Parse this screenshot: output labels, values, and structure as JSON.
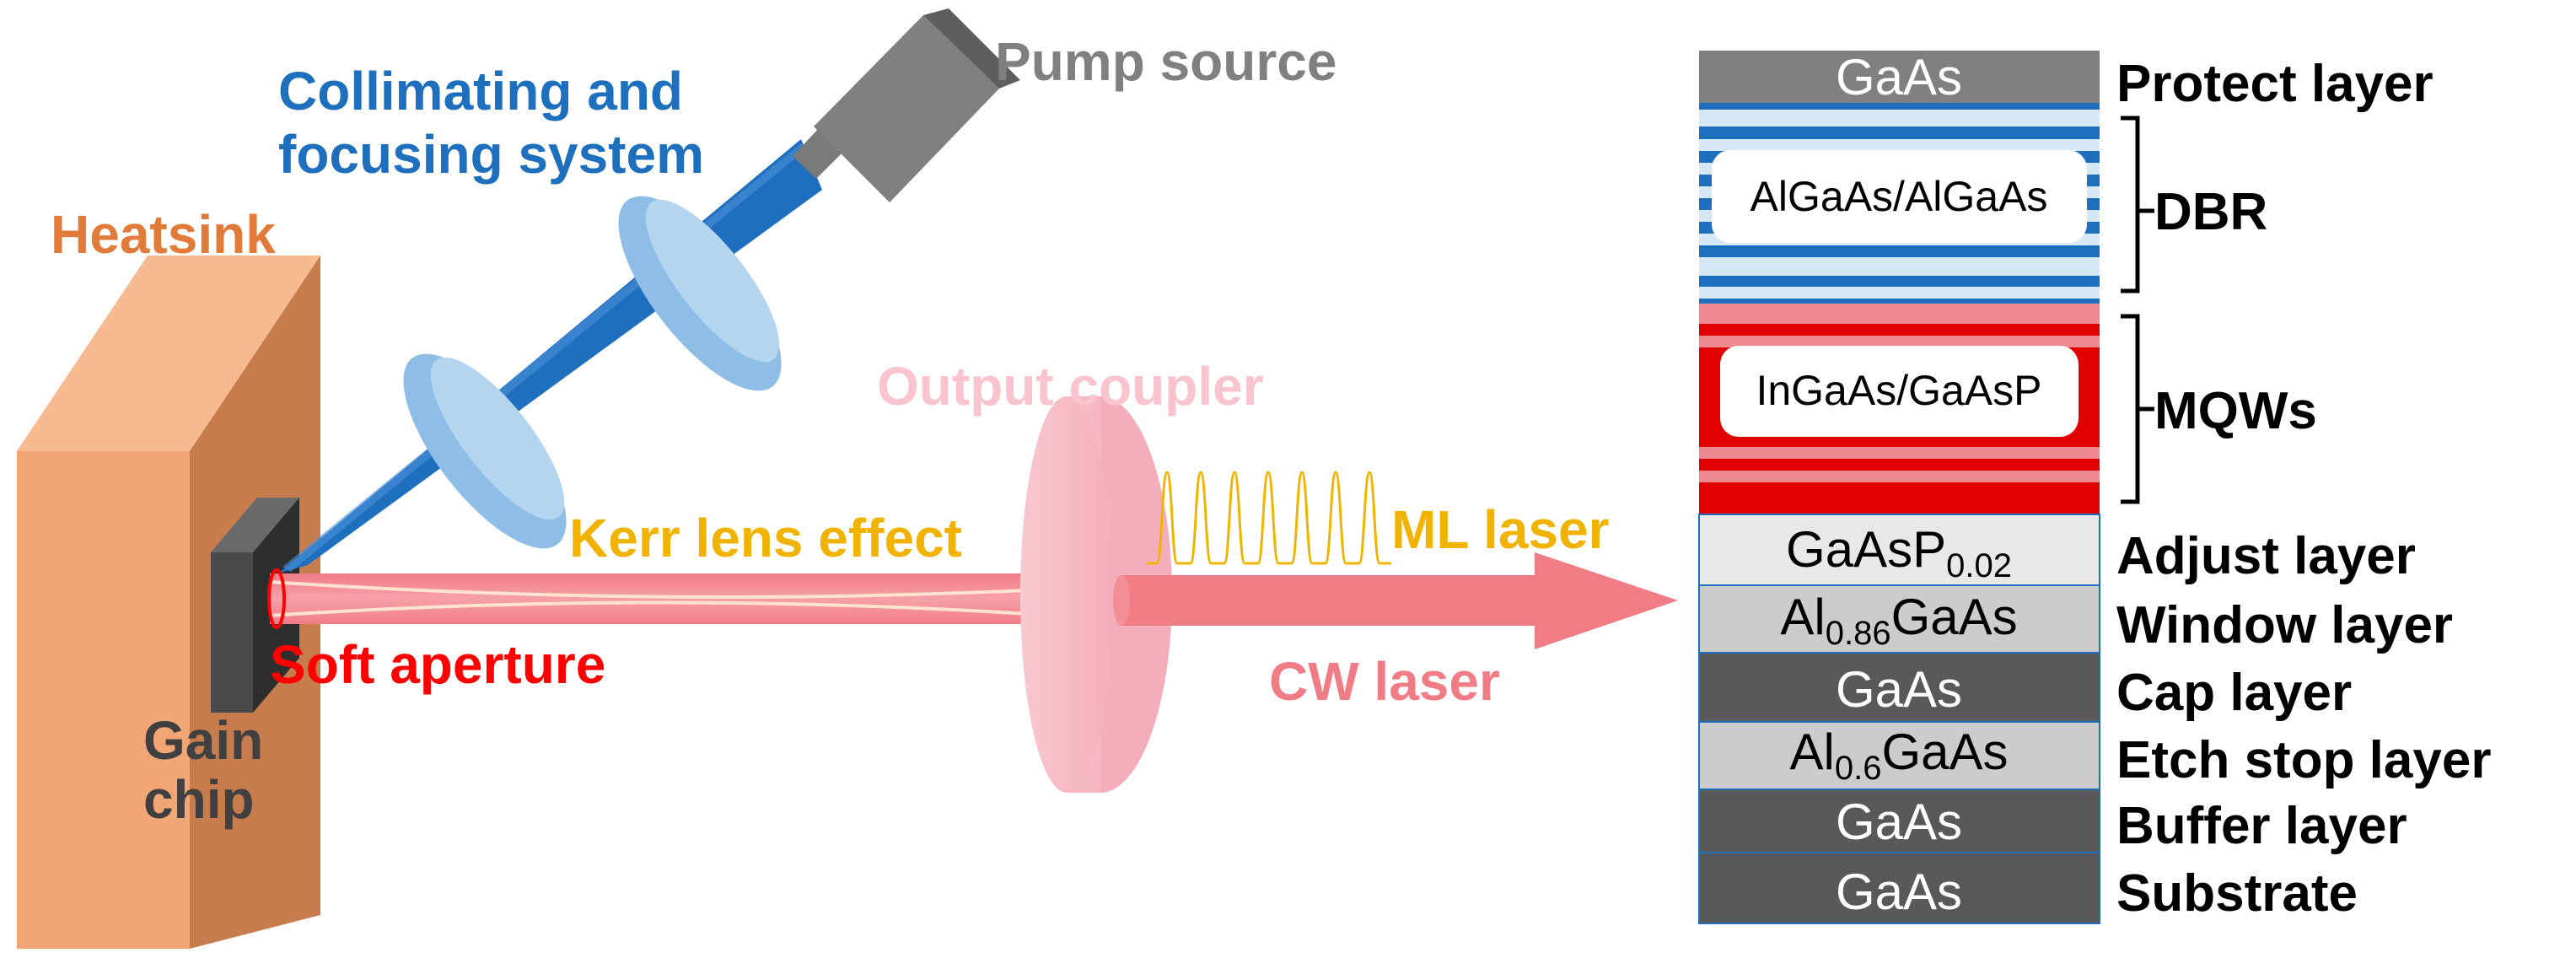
{
  "colors": {
    "heatsink": "#E07B39",
    "collimating": "#1F6FBF",
    "pump": "#808080",
    "output_coupler": "#F4B6C2",
    "kerr": "#F0B400",
    "soft_aperture": "#FF0000",
    "cw_laser": "#F07C86",
    "ml_laser": "#F0B400",
    "gain_chip": "#404040"
  },
  "setup": {
    "heatsink_label": "Heatsink",
    "collimating_label_line1": "Collimating and",
    "collimating_label_line2": "focusing system",
    "pump_label": "Pump source",
    "output_coupler_label": "Output coupler",
    "kerr_label": "Kerr lens effect",
    "ml_label": "ML laser",
    "cw_label": "CW laser",
    "soft_aperture_label": "Soft aperture",
    "gain_chip_line1": "Gain",
    "gain_chip_line2": "chip"
  },
  "stack": {
    "protect": {
      "material": "GaAs",
      "name": "Protect layer"
    },
    "dbr": {
      "material": "AlGaAs/AlGaAs",
      "name": "DBR"
    },
    "mqw": {
      "material": "InGaAs/GaAsP",
      "name": "MQWs"
    },
    "adjust": {
      "material_main": "GaAsP",
      "material_sub": "0.02",
      "name": "Adjust layer"
    },
    "window": {
      "material_pre": "Al",
      "material_sub": "0.86",
      "material_post": "GaAs",
      "name": "Window layer"
    },
    "cap": {
      "material": "GaAs",
      "name": "Cap layer"
    },
    "etch": {
      "material_pre": "Al",
      "material_sub": "0.6",
      "material_post": "GaAs",
      "name": "Etch stop layer"
    },
    "buffer": {
      "material": "GaAs",
      "name": "Buffer layer"
    },
    "substrate": {
      "material": "GaAs",
      "name": "Substrate"
    }
  }
}
